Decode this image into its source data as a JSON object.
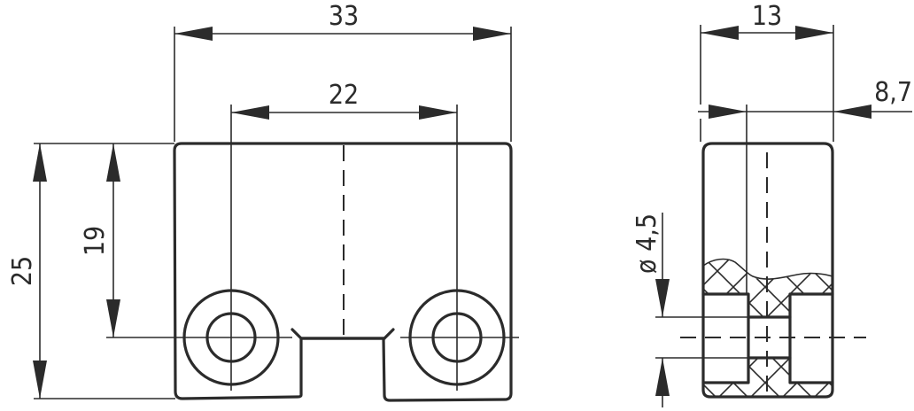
{
  "drawing": {
    "type": "technical-dimension-drawing",
    "front_view": {
      "dimensions": {
        "overall_width": "33",
        "hole_spacing": "22",
        "overall_height": "25",
        "hole_height": "19"
      }
    },
    "side_view": {
      "dimensions": {
        "depth": "13",
        "offset": "8,7",
        "hole_diameter": "ø 4,5"
      }
    },
    "colors": {
      "line": "#2b2b2b",
      "background": "#ffffff"
    }
  }
}
